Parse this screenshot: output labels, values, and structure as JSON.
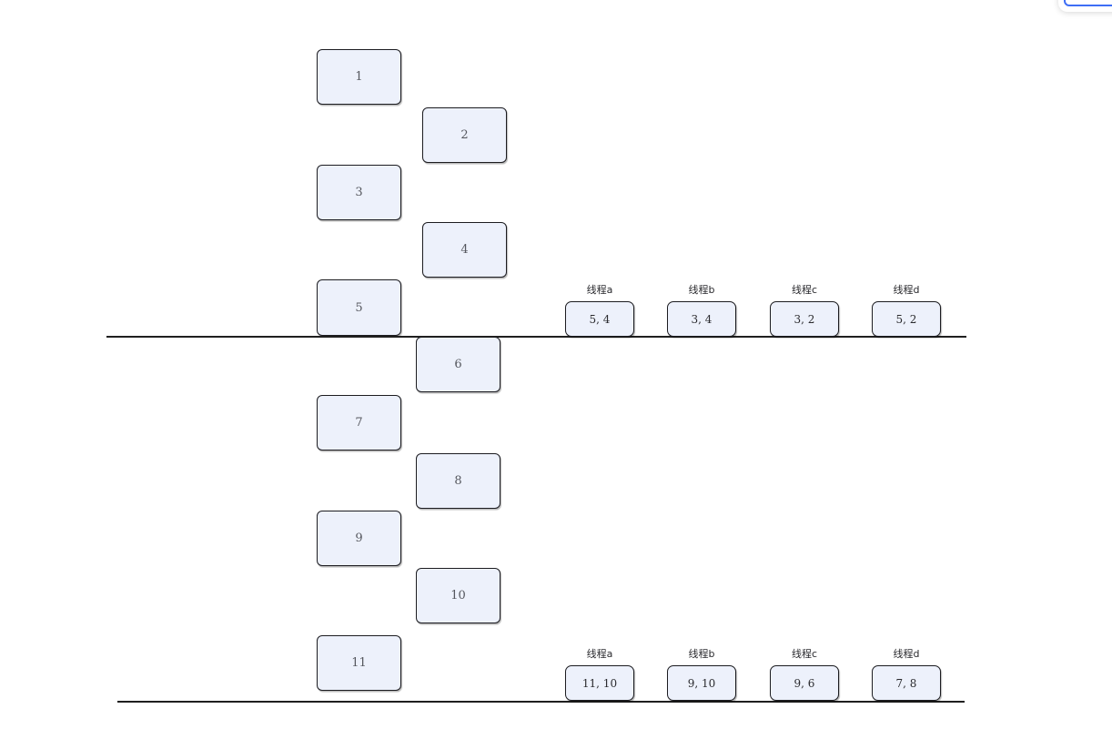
{
  "diagram": {
    "nodes": [
      {
        "label": "1"
      },
      {
        "label": "2"
      },
      {
        "label": "3"
      },
      {
        "label": "4"
      },
      {
        "label": "5"
      },
      {
        "label": "6"
      },
      {
        "label": "7"
      },
      {
        "label": "8"
      },
      {
        "label": "9"
      },
      {
        "label": "10"
      },
      {
        "label": "11"
      }
    ],
    "top_threads": [
      {
        "name": "线程a",
        "value": "5, 4"
      },
      {
        "name": "线程b",
        "value": "3, 4"
      },
      {
        "name": "线程c",
        "value": "3, 2"
      },
      {
        "name": "线程d",
        "value": "5, 2"
      }
    ],
    "bottom_threads": [
      {
        "name": "线程a",
        "value": "11, 10"
      },
      {
        "name": "线程b",
        "value": "9, 10"
      },
      {
        "name": "线程c",
        "value": "9, 6"
      },
      {
        "name": "线程d",
        "value": "7, 8"
      }
    ]
  },
  "colors": {
    "background": "#ffffff",
    "node_fill": "#edf1fb",
    "node_border": "#1c1c20",
    "timeline": "#1f1f1f",
    "node_number_text": "#55575e",
    "thread_text": "#2a2a2e",
    "accent_blue": "#3e6ef5"
  }
}
